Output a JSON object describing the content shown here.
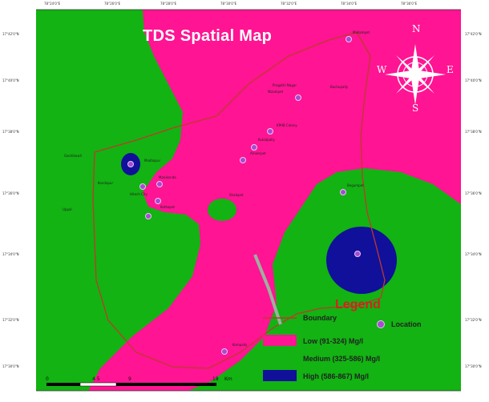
{
  "map": {
    "title": "TDS Spatial Map",
    "compass": {
      "n": "N",
      "e": "E",
      "s": "S",
      "w": "W"
    },
    "colors": {
      "low": "#ff1493",
      "medium": "#12b312",
      "high": "#10109a",
      "boundary": "#c0392b",
      "location": "#a64ccf"
    },
    "top_ticks": [
      "78°24'0\"E",
      "78°26'0\"E",
      "78°28'0\"E",
      "78°30'0\"E",
      "78°32'0\"E",
      "78°34'0\"E",
      "78°36'0\"E"
    ],
    "left_ticks": [
      "17°42'0\"N",
      "17°40'0\"N",
      "17°38'0\"N",
      "17°36'0\"N",
      "17°34'0\"N",
      "17°32'0\"N",
      "17°30'0\"N"
    ],
    "right_ticks": [
      "17°42'0\"N",
      "17°40'0\"N",
      "17°38'0\"N",
      "17°36'0\"N",
      "17°34'0\"N",
      "17°32'0\"N",
      "17°30'0\"N"
    ],
    "places": [
      "Mallampet",
      "Pragathi Nagar",
      "Nizampet",
      "Bachupally",
      "KPHB Colony",
      "Kukatpally",
      "Ameerpet",
      "Begumpet",
      "Gachibowli",
      "Madhapur",
      "Kondapur",
      "Manikonda",
      "Hitech City",
      "Shaikpet",
      "Uppal",
      "Kothapet",
      "Kompally"
    ],
    "scale": {
      "labels": [
        "0",
        "4.5",
        "9",
        "18"
      ],
      "unit": "Km"
    },
    "legend": {
      "title": "Legend",
      "boundary": "Boundary",
      "location": "Location",
      "low": "Low (91-324) Mg/l",
      "medium": "Medium (325-586) Mg/l",
      "high": "High (586-867) Mg/l"
    }
  }
}
